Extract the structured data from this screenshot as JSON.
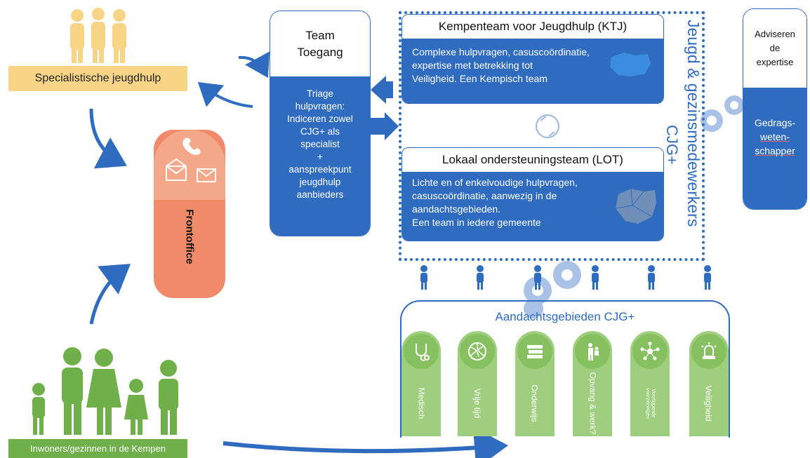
{
  "specialistische": {
    "label": "Specialistische jeugdhulp"
  },
  "inwoners": {
    "label": "Inwoners/gezinnen in de Kempen"
  },
  "frontoffice": {
    "label": "Frontoffice"
  },
  "team_toegang": {
    "title_line1": "Team",
    "title_line2": "Toegang",
    "body_lines": [
      "Triage",
      "hulpvragen:",
      "Indiceren zowel",
      "CJG+ als",
      "specialist",
      "+",
      "aanspreekpunt",
      "jeugdhulp",
      "aanbieders"
    ]
  },
  "ktj": {
    "title": "Kempenteam voor Jeugdhulp (KTJ)",
    "body_lines": [
      "Complexe hulpvragen, casuscoördinatie,",
      "expertise met betrekking tot",
      "Veiligheid. Een Kempisch team"
    ]
  },
  "lot": {
    "title": "Lokaal ondersteuningsteam (LOT)",
    "body_lines": [
      "Lichte en of enkelvoudige hulpvragen,",
      "casuscoördinatie, aanwezig in de",
      "aandachtsgebieden.",
      "Een team in iedere gemeente"
    ]
  },
  "vertical": {
    "line1": "Jeugd & gezinsmedewerkers",
    "line2": "CJG+"
  },
  "adviseren": {
    "head_lines": [
      "Adviseren",
      "de",
      "expertise"
    ],
    "body_line1": "Gedrags-",
    "body_line2": "weten-",
    "body_line3": "schapper"
  },
  "aandachtsgebieden": {
    "title": "Aandachtsgebieden CJG+",
    "items": [
      {
        "label": "Medisch",
        "icon": "stethoscope-icon"
      },
      {
        "label": "Vrije tijd",
        "icon": "volleyball-icon"
      },
      {
        "label": "Onderwijs",
        "icon": "books-icon"
      },
      {
        "label": "Opvang & werk?",
        "icon": "person-child-icon"
      },
      {
        "label": "Voorliggende voorzieningen",
        "icon": "network-icon"
      },
      {
        "label": "Veiligheid",
        "icon": "siren-icon"
      }
    ]
  },
  "colors": {
    "blue": "#2f6cc0",
    "yellow": "#f7d486",
    "green": "#6fb04b",
    "light_green": "#9fce7e",
    "orange": "#f08a68",
    "gear": "#a9c2e6"
  }
}
